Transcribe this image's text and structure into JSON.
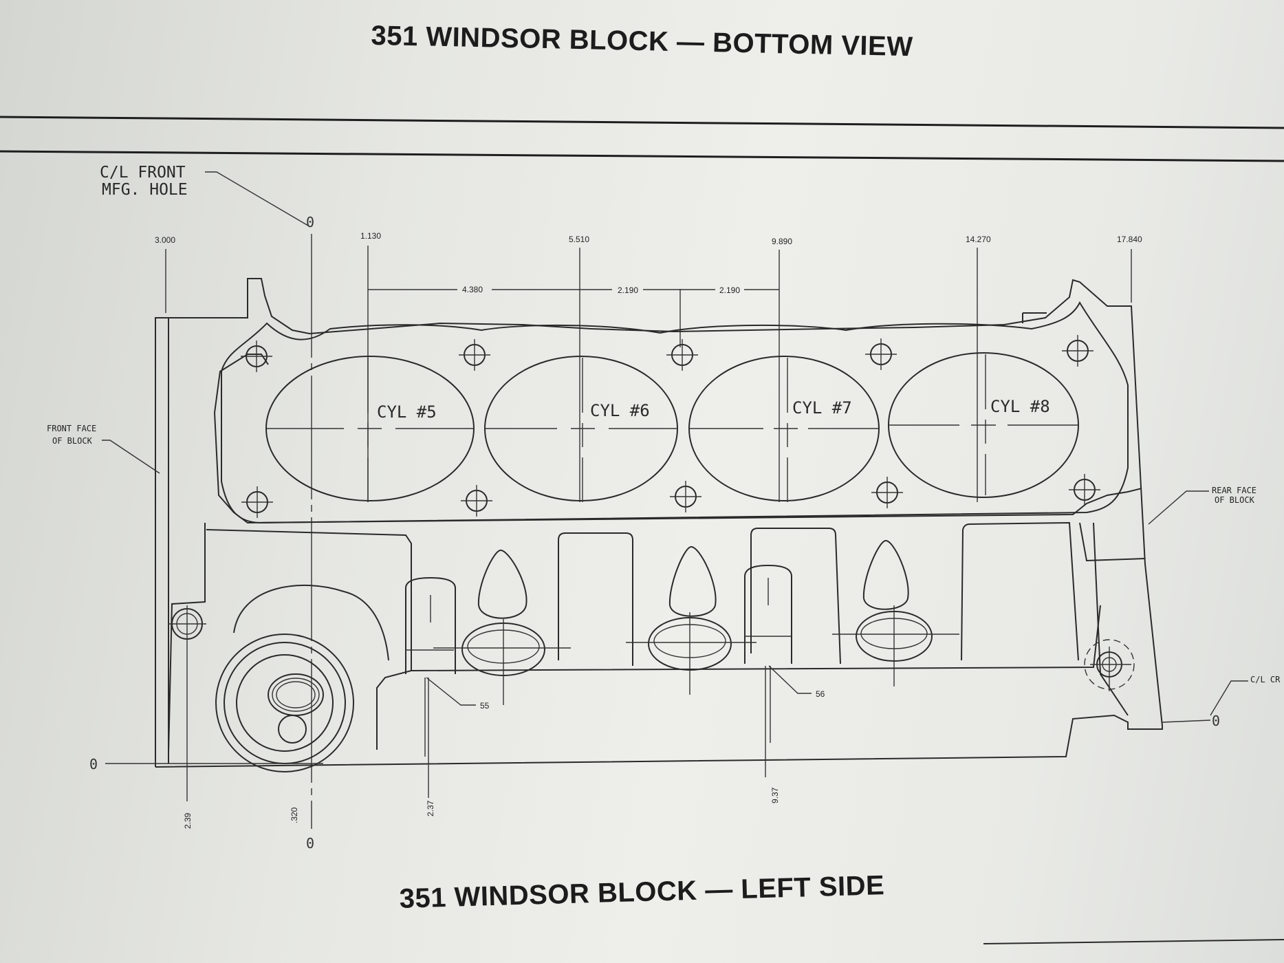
{
  "titles": {
    "top": "351 WINDSOR BLOCK — BOTTOM VIEW",
    "bottom": "351 WINDSOR BLOCK — LEFT SIDE"
  },
  "labels": {
    "cl_front_line1": "C/L FRONT",
    "cl_front_line2": "MFG. HOLE",
    "front_face_line1": "FRONT FACE",
    "front_face_line2": "OF BLOCK",
    "rear_face_line1": "REAR FACE",
    "rear_face_line2": "OF BLOCK",
    "cl_crank": "C/L CR",
    "zero": "0"
  },
  "top_dimensions": [
    "3.000",
    "1.130",
    "5.510",
    "9.890",
    "14.270",
    "17.840"
  ],
  "spacing_dimensions": [
    "4.380",
    "2.190",
    "2.190"
  ],
  "cylinders": [
    "CYL #5",
    "CYL #6",
    "CYL #7",
    "CYL #8"
  ],
  "callouts": [
    "55",
    "56"
  ],
  "bottom_dimensions": [
    "2.39",
    ".320",
    "2.37",
    "9.37"
  ]
}
